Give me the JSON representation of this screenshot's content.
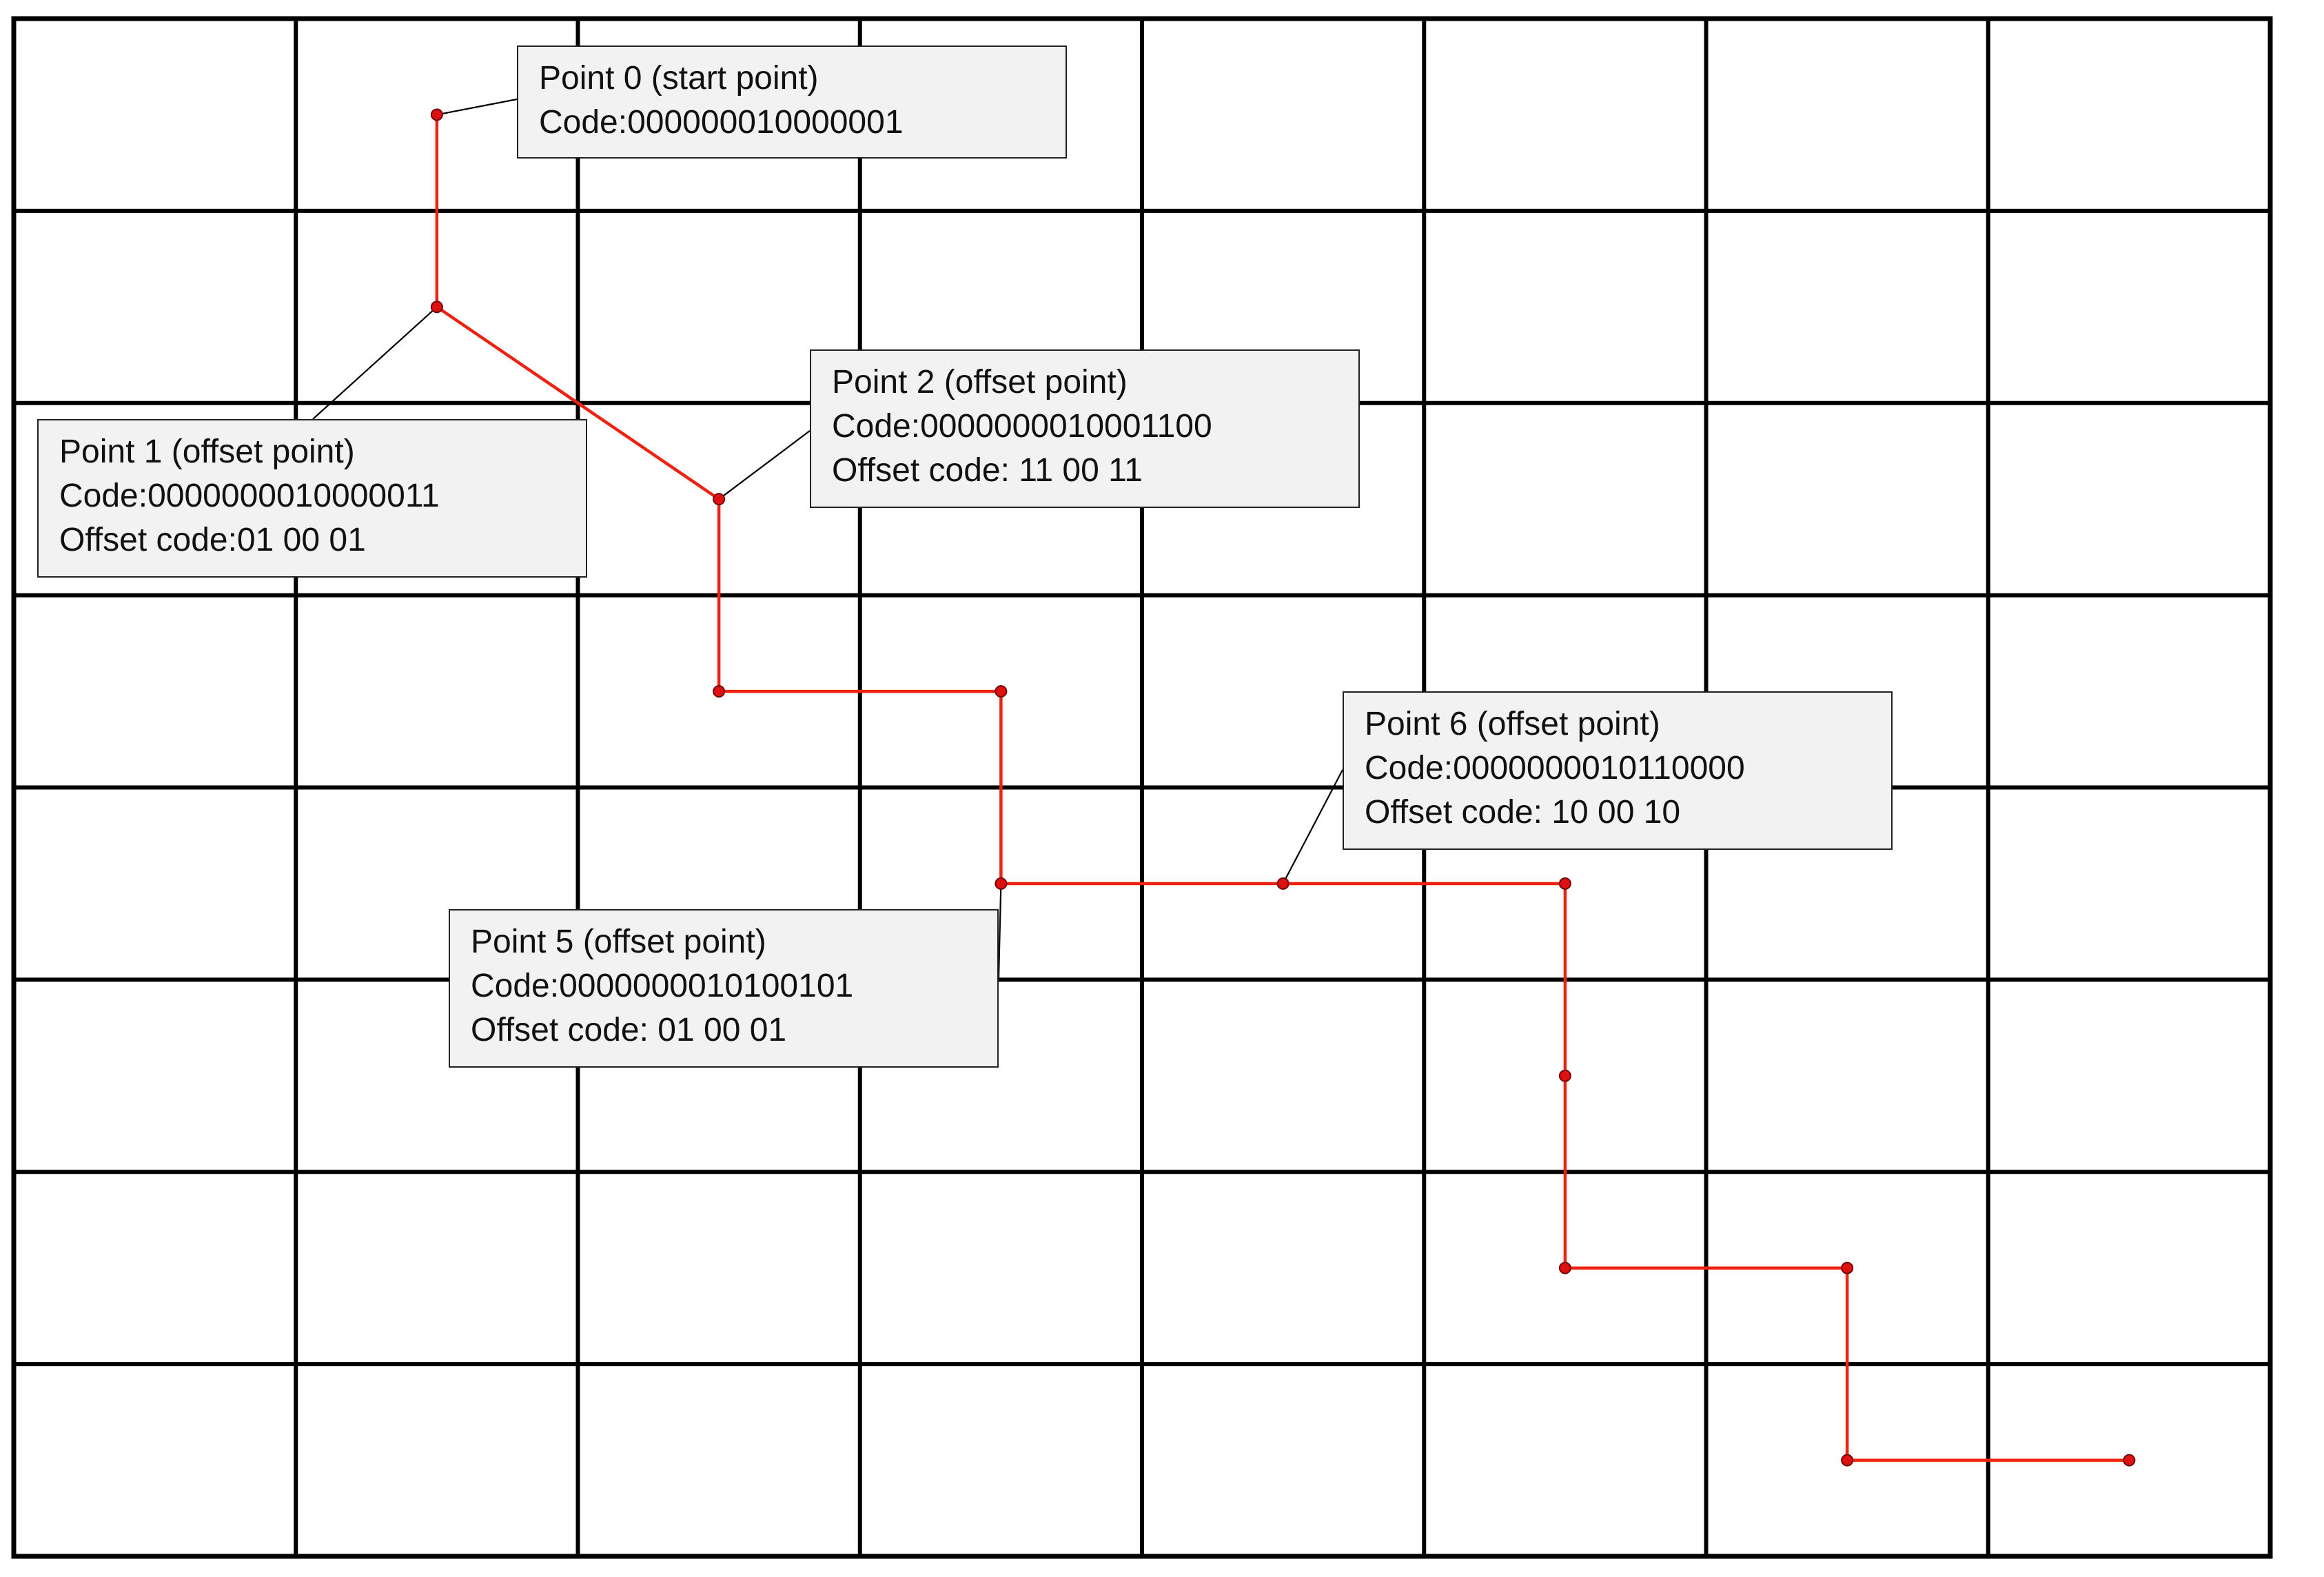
{
  "colors": {
    "grid": "#000000",
    "path": "#ee2211",
    "point_marker": "#dd1111",
    "callout_background": "#f2f2f2",
    "callout_border": "#222222"
  },
  "grid": {
    "columns": 8,
    "rows": 8
  },
  "path_points": [
    {
      "id": "pt-0",
      "col": 1.5,
      "row": 0.5
    },
    {
      "id": "pt-1",
      "col": 1.5,
      "row": 1.5
    },
    {
      "id": "pt-2",
      "col": 2.5,
      "row": 2.5
    },
    {
      "id": "pt-3",
      "col": 2.5,
      "row": 3.5
    },
    {
      "id": "pt-4",
      "col": 3.5,
      "row": 3.5
    },
    {
      "id": "pt-5",
      "col": 3.5,
      "row": 4.5
    },
    {
      "id": "pt-6",
      "col": 4.5,
      "row": 4.5
    },
    {
      "id": "pt-7",
      "col": 5.5,
      "row": 4.5
    },
    {
      "id": "pt-8",
      "col": 5.5,
      "row": 5.5
    },
    {
      "id": "pt-9",
      "col": 5.5,
      "row": 6.5
    },
    {
      "id": "pt-10",
      "col": 6.5,
      "row": 6.5
    },
    {
      "id": "pt-11",
      "col": 6.5,
      "row": 7.5
    },
    {
      "id": "pt-12",
      "col": 7.5,
      "row": 7.5
    }
  ],
  "callouts": {
    "point0": {
      "point_index": 0,
      "title": "Point 0 (start point)",
      "code": "Code:000000010000001"
    },
    "point1": {
      "point_index": 1,
      "title": "Point 1 (offset point)",
      "code": "Code:0000000010000011",
      "offset": "Offset code:01 00 01"
    },
    "point2": {
      "point_index": 2,
      "title": "Point 2 (offset point)",
      "code": "Code:0000000010001100",
      "offset": "Offset code: 11 00 11"
    },
    "point5": {
      "point_index": 5,
      "title": "Point 5 (offset point)",
      "code": "Code:0000000010100101",
      "offset": "Offset code: 01 00 01"
    },
    "point6": {
      "point_index": 6,
      "title": "Point 6 (offset point)",
      "code": "Code:0000000010110000",
      "offset": "Offset code: 10 00 10"
    }
  }
}
